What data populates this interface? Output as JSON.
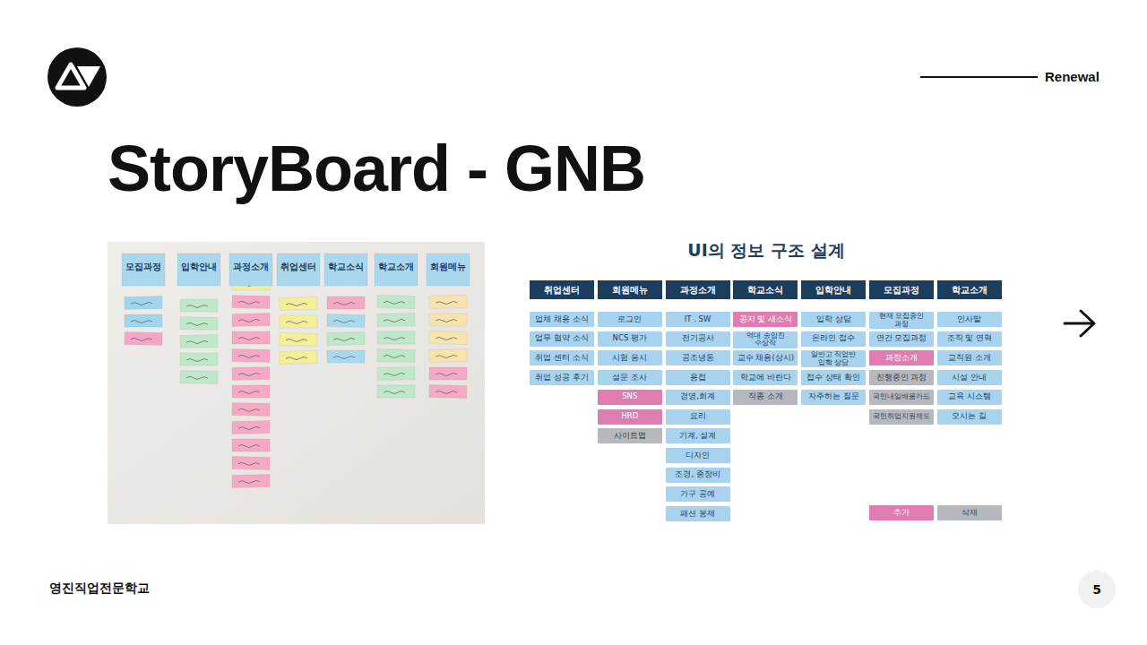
{
  "diagram": {
    "title": "StoryBoard - GNB",
    "nodes": [
      {
        "text": [
          "취업센터"
        ]
      },
      {
        "text": [
          "업체 채용 소식"
        ]
      },
      {
        "text": [
          "업무 협약 소식"
        ]
      },
      {
        "text": [
          "취업 센터 소식"
        ]
      },
      {
        "text": [
          "취업 성공 후기"
        ]
      },
      {
        "text": [
          "회원메뉴"
        ]
      },
      {
        "text": [
          "로그인"
        ]
      },
      {
        "text": [
          "NCS 평가"
        ]
      },
      {
        "text": [
          "시험 응시"
        ]
      },
      {
        "text": [
          "설문 조사"
        ]
      },
      {
        "text": [
          "SNS"
        ]
      },
      {
        "text": [
          "HRD"
        ]
      },
      {
        "text": [
          "사이트맵"
        ]
      },
      {
        "text": [
          "과정소개"
        ]
      },
      {
        "text": [
          "IT . SW"
        ]
      },
      {
        "text": [
          "전기공사"
        ]
      },
      {
        "text": [
          "공조냉동"
        ]
      },
      {
        "text": [
          "용접"
        ]
      },
      {
        "text": [
          "경영,회계"
        ]
      },
      {
        "text": [
          "요리"
        ]
      },
      {
        "text": [
          "기계, 설계"
        ]
      },
      {
        "text": [
          "디자인"
        ]
      },
      {
        "text": [
          "조경, 중장비"
        ]
      },
      {
        "text": [
          "가구 공예"
        ]
      },
      {
        "text": [
          "패션 봉제"
        ]
      },
      {
        "text": [
          "학교소식"
        ]
      },
      {
        "text": [
          "공지 및 새소식"
        ]
      },
      {
        "text": [
          "역대 송암진 수상작"
        ]
      },
      {
        "text": [
          "교수 채용(상시)"
        ]
      },
      {
        "text": [
          "학교에 바란다"
        ]
      },
      {
        "text": [
          "직종 소개"
        ]
      },
      {
        "text": [
          "입학안내"
        ]
      },
      {
        "text": [
          "입학 상담"
        ]
      },
      {
        "text": [
          "온라인 접수"
        ]
      },
      {
        "text": [
          "일반고 직업반 입학 상담"
        ]
      },
      {
        "text": [
          "접수 상태 확인"
        ]
      },
      {
        "text": [
          "자주하는 질문"
        ]
      },
      {
        "text": [
          "모집과정"
        ]
      },
      {
        "text": [
          "현재 모집중인 과정"
        ]
      },
      {
        "text": [
          "연간 모집과정"
        ]
      },
      {
        "text": [
          "과정소개"
        ]
      },
      {
        "text": [
          "진행중인 과정"
        ]
      },
      {
        "text": [
          "국민내일배움카드"
        ]
      },
      {
        "text": [
          "국민취업지원제도"
        ]
      },
      {
        "text": [
          "학교소개"
        ]
      },
      {
        "text": [
          "인사말"
        ]
      },
      {
        "text": [
          "조직 및 연혁"
        ]
      },
      {
        "text": [
          "교직원 소개"
        ]
      },
      {
        "text": [
          "시설 안내"
        ]
      },
      {
        "text": [
          "교육 시스템"
        ]
      },
      {
        "text": [
          "오시는 길"
        ]
      },
      {
        "text": [
          "5"
        ]
      }
    ],
    "labels": [
      "Renewal",
      "모집과정",
      "입학안내",
      "과정소개",
      "취업센터",
      "학교소식",
      "학교소개",
      "회원메뉴",
      "UI의 정보 구조 설계",
      "영진직업전문학교"
    ],
    "legend": [
      {
        "text": "추가",
        "color": "#df7db3"
      },
      {
        "text": "삭제",
        "color": "#b5b9bd"
      }
    ]
  }
}
